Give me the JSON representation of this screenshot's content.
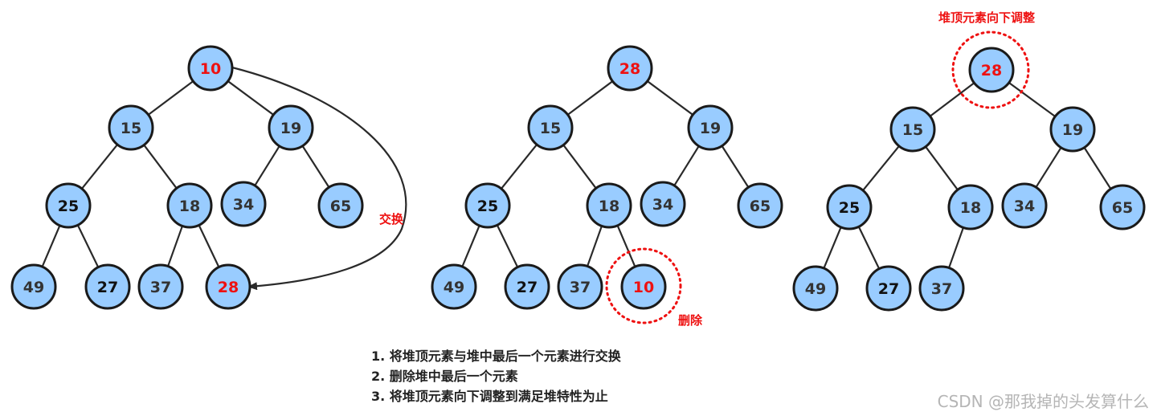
{
  "palette": {
    "node_fill": "#99ccff",
    "node_stroke": "#1a1a1a",
    "text_dark": "#222222",
    "text_red": "#ee1111",
    "watermark": "#b5b5b5"
  },
  "trees": [
    {
      "id": "tree-before-swap",
      "nodes": [
        {
          "value": "10",
          "red": true
        },
        {
          "value": "15",
          "red": false
        },
        {
          "value": "19",
          "red": false
        },
        {
          "value": "25",
          "red": false,
          "dark": true
        },
        {
          "value": "18",
          "red": false
        },
        {
          "value": "34",
          "red": false
        },
        {
          "value": "65",
          "red": false
        },
        {
          "value": "49",
          "red": false
        },
        {
          "value": "27",
          "red": false,
          "dark": true
        },
        {
          "value": "37",
          "red": false
        },
        {
          "value": "28",
          "red": true
        }
      ]
    },
    {
      "id": "tree-after-swap",
      "nodes": [
        {
          "value": "28",
          "red": true
        },
        {
          "value": "15",
          "red": false
        },
        {
          "value": "19",
          "red": false
        },
        {
          "value": "25",
          "red": false,
          "dark": true
        },
        {
          "value": "18",
          "red": false
        },
        {
          "value": "34",
          "red": false
        },
        {
          "value": "65",
          "red": false
        },
        {
          "value": "49",
          "red": false
        },
        {
          "value": "27",
          "red": false,
          "dark": true
        },
        {
          "value": "37",
          "red": false
        },
        {
          "value": "10",
          "red": true
        }
      ]
    },
    {
      "id": "tree-after-delete",
      "nodes": [
        {
          "value": "28",
          "red": true
        },
        {
          "value": "15",
          "red": false
        },
        {
          "value": "19",
          "red": false
        },
        {
          "value": "25",
          "red": false,
          "dark": true
        },
        {
          "value": "18",
          "red": false
        },
        {
          "value": "34",
          "red": false
        },
        {
          "value": "65",
          "red": false
        },
        {
          "value": "49",
          "red": false
        },
        {
          "value": "27",
          "red": false,
          "dark": true
        },
        {
          "value": "37",
          "red": false
        }
      ]
    }
  ],
  "labels": {
    "swap": "交换",
    "delete": "删除",
    "sift_down": "堆顶元素向下调整"
  },
  "steps": [
    "1. 将堆顶元素与堆中最后一个元素进行交换",
    "2. 删除堆中最后一个元素",
    "3. 将堆顶元素向下调整到满足堆特性为止"
  ],
  "watermark": "CSDN @那我掉的头发算什么"
}
